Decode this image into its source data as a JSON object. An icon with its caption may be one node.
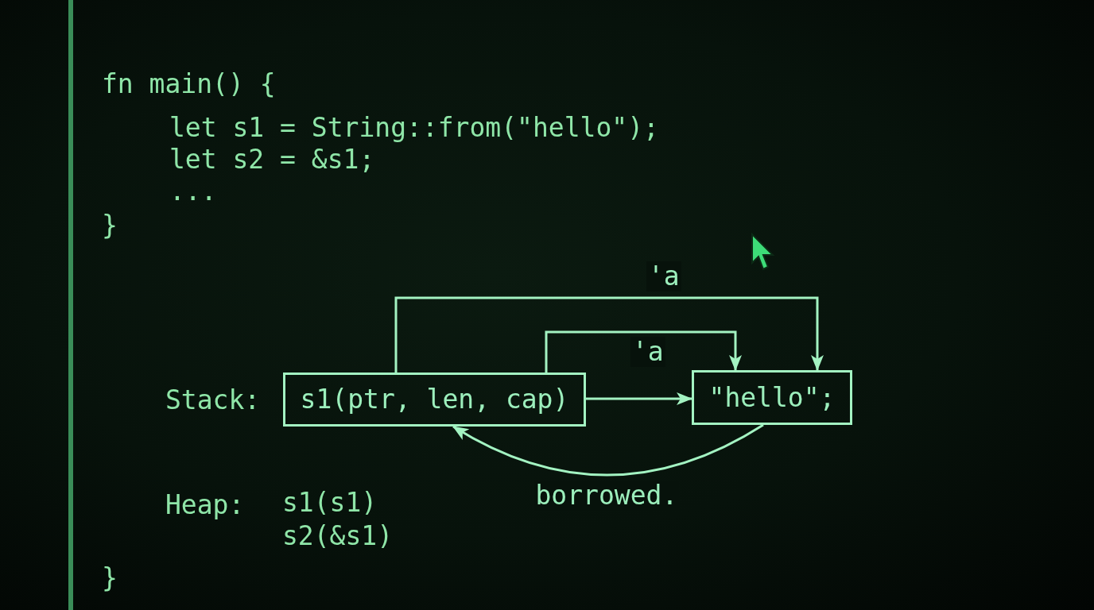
{
  "diagram": {
    "nodes": [
      {
        "text": [
          "s1(ptr, len, cap)"
        ]
      },
      {
        "text": [
          "\"hello\";"
        ]
      }
    ],
    "edges": [
      {
        "from": 0,
        "to": 1,
        "arrow": "to"
      },
      {
        "from": 0,
        "to": 1,
        "arrow": "to",
        "label": "'a"
      },
      {
        "from": 0,
        "to": 1,
        "arrow": "to",
        "label": "'a"
      },
      {
        "from": 1,
        "to": 0,
        "arrow": "to",
        "label": "borrowed."
      }
    ],
    "labels": [
      "fn main() {",
      "let s1 = String::from(\"hello\");",
      "let s2 = &s1;",
      "...",
      "}",
      "Stack:",
      "Heap:",
      "s1(s1)",
      "s2(&s1)",
      "}"
    ]
  }
}
